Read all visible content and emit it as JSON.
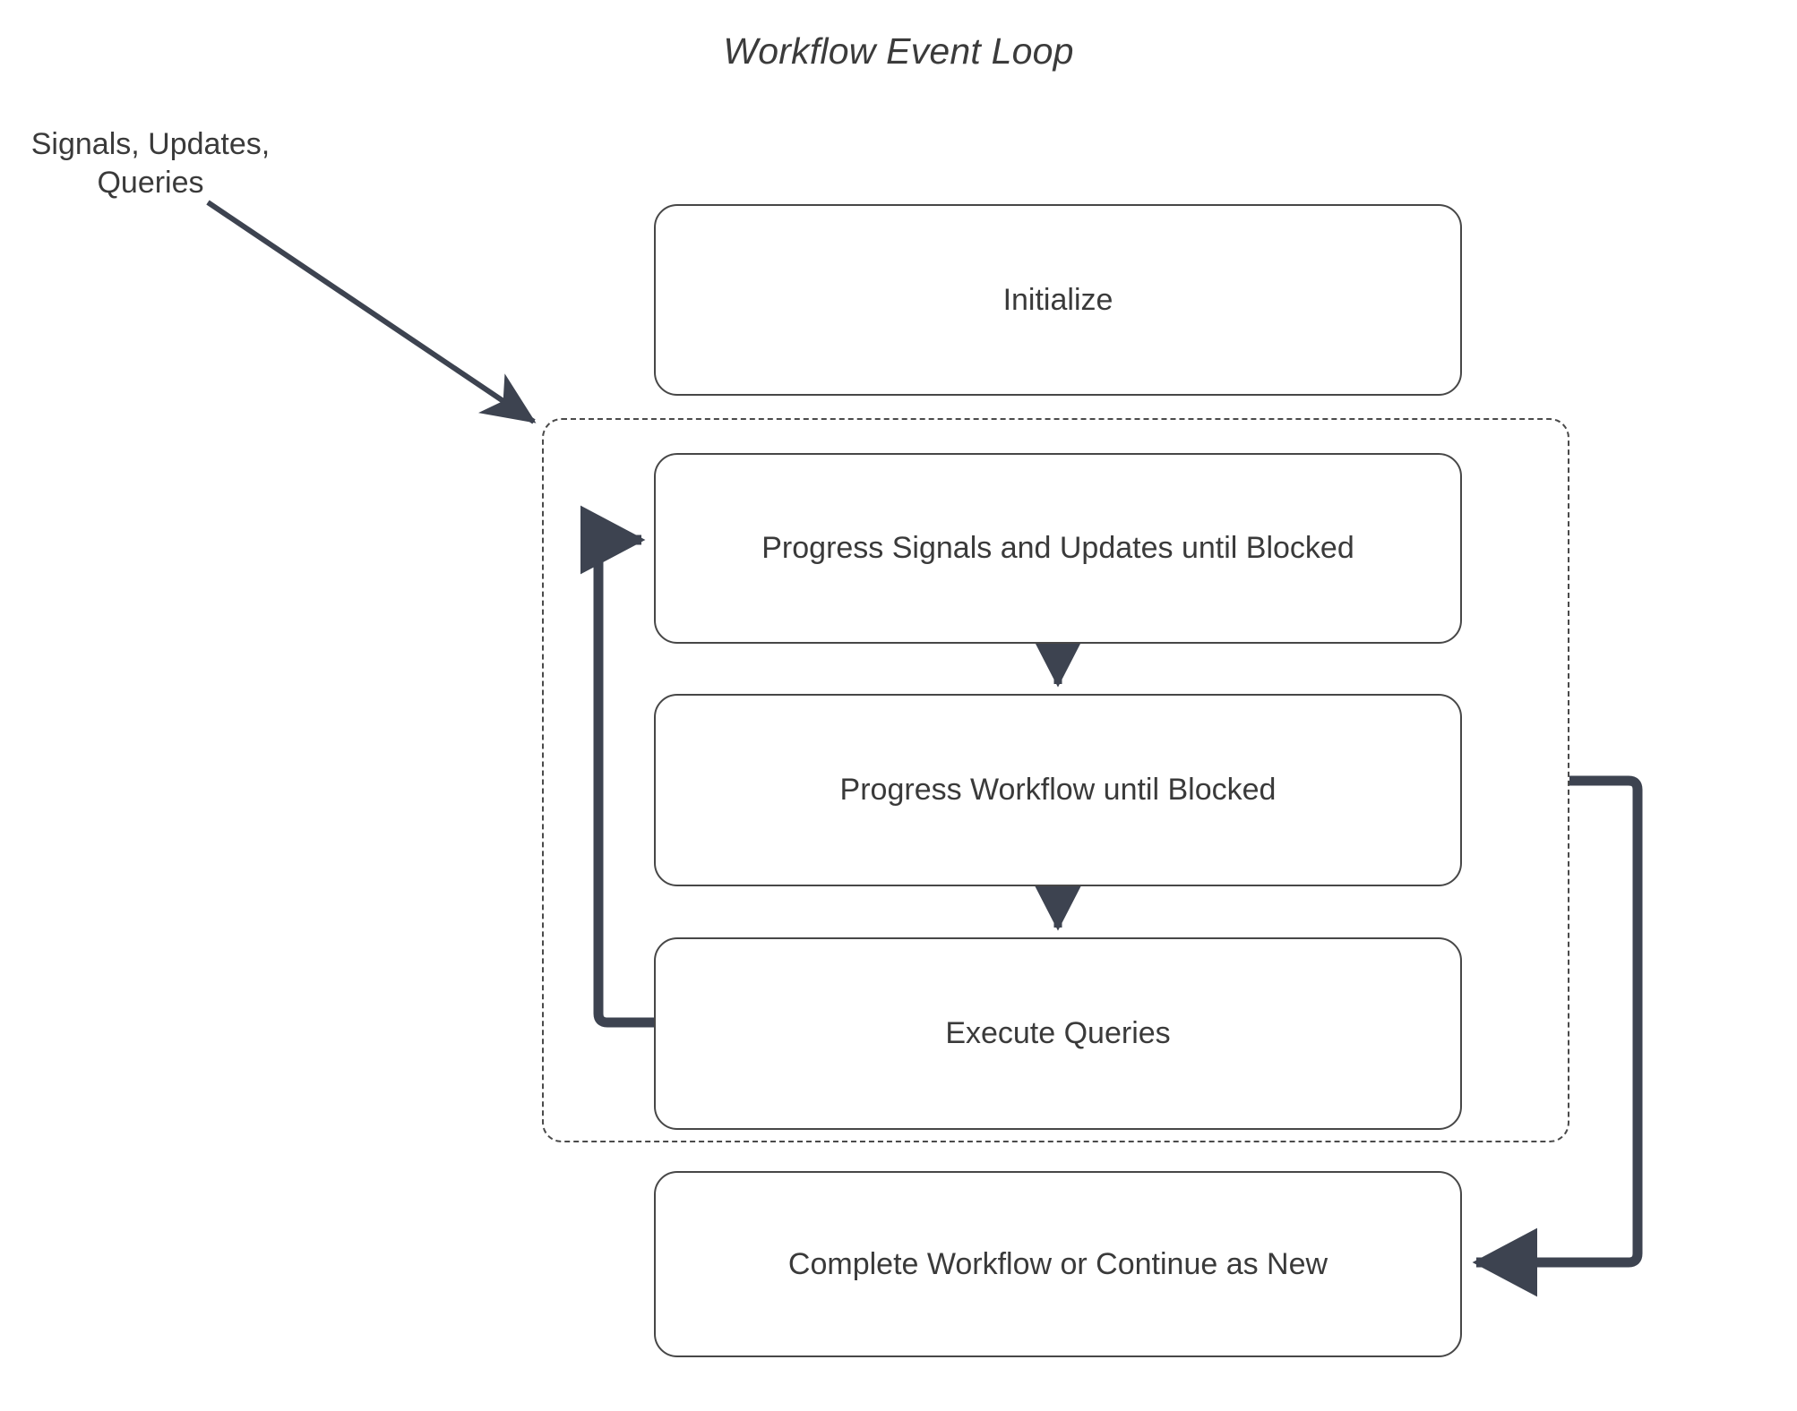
{
  "diagram": {
    "title": "Workflow Event Loop",
    "type": "flowchart",
    "background_color": "#ffffff",
    "node_border_color": "#474747",
    "node_fill_color": "#ffffff",
    "text_color": "#3a3a3a",
    "edge_color": "#3d4350",
    "dashed_group_border_color": "#4a4a4a"
  },
  "external_label": {
    "line1": "Signals, Updates,",
    "line2": "Queries"
  },
  "nodes": {
    "initialize": {
      "label": "Initialize"
    },
    "progress_signals": {
      "label": "Progress Signals and Updates until Blocked"
    },
    "progress_workflow": {
      "label": "Progress Workflow until Blocked"
    },
    "execute_queries": {
      "label": "Execute Queries"
    },
    "complete": {
      "label": "Complete Workflow or Continue as New"
    }
  },
  "group": {
    "name": "event-loop-group",
    "style": "dashed"
  },
  "edges": [
    {
      "name": "signals-to-loop",
      "from": "Signals, Updates, Queries",
      "to": "event loop group",
      "style": "thin-arrow"
    },
    {
      "name": "signals-to-workflow",
      "from": "Progress Signals and Updates until Blocked",
      "to": "Progress Workflow until Blocked",
      "style": "arrow"
    },
    {
      "name": "workflow-to-queries",
      "from": "Progress Workflow until Blocked",
      "to": "Execute Queries",
      "style": "arrow"
    },
    {
      "name": "queries-loop-back",
      "from": "Execute Queries",
      "to": "Progress Signals and Updates until Blocked",
      "style": "thick-arrow"
    },
    {
      "name": "loop-to-complete",
      "from": "event loop group",
      "to": "Complete Workflow or Continue as New",
      "style": "thick-arrow"
    }
  ]
}
